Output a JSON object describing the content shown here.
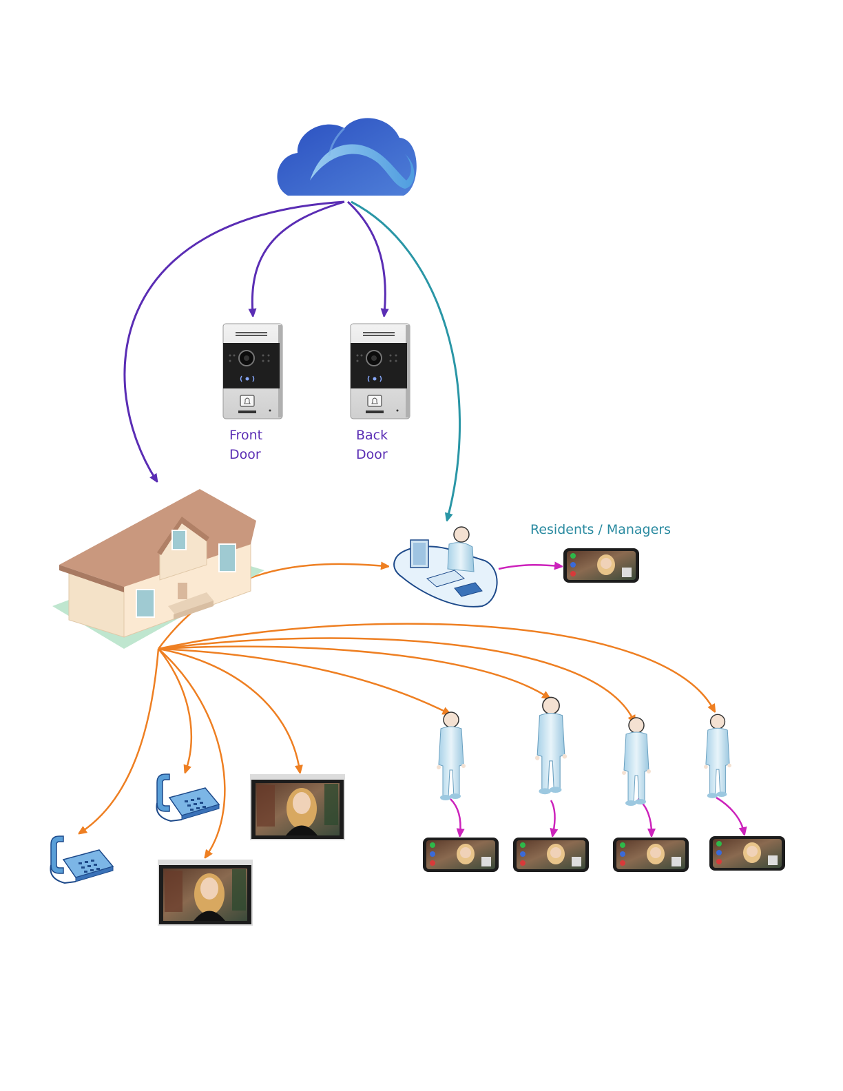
{
  "labels": {
    "front_door": [
      "Front",
      "Door"
    ],
    "back_door": [
      "Back",
      "Door"
    ],
    "residents_managers": "Residents / Managers"
  },
  "colors": {
    "cloud_to_devices": "#5a2db4",
    "cloud_to_desk": "#2a96a6",
    "house_to_endpoints": "#ee7f22",
    "person_to_phone": "#cc22bb",
    "door_label": "#5a2db4",
    "residents_label": "#2a8aa0",
    "cloud_dark": "#2b4fb8",
    "cloud_light": "#5aa6e0"
  },
  "icons": {
    "cloud": "cloud-icon",
    "front_door_intercom": "door-intercom-icon",
    "back_door_intercom": "door-intercom-icon",
    "house": "house-icon",
    "concierge_desk": "operator-desk-icon",
    "desk_phone": "desk-phone-icon",
    "indoor_monitor": "video-monitor-icon",
    "resident": "person-icon",
    "smartphone": "smartphone-video-call-icon"
  }
}
